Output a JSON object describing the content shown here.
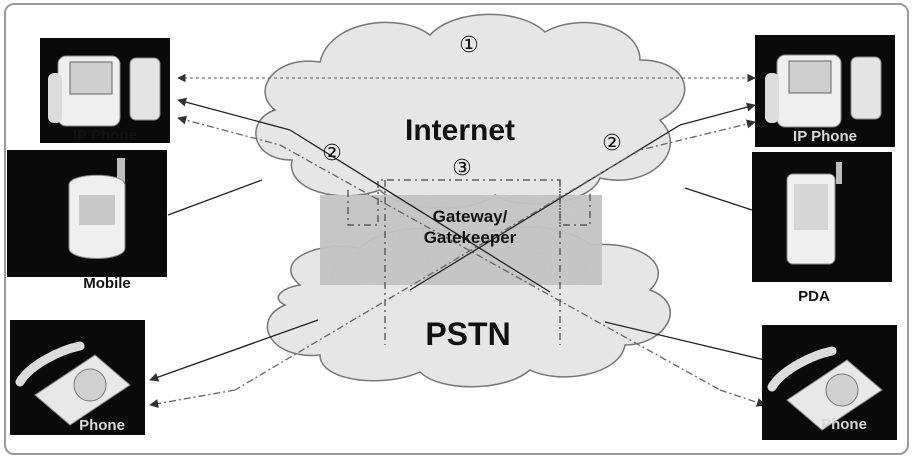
{
  "networks": {
    "internet": "Internet",
    "pstn": "PSTN",
    "gateway_line1": "Gateway/",
    "gateway_line2": "Gatekeeper"
  },
  "markers": {
    "m1": "①",
    "m2": "②",
    "m3": "③"
  },
  "devices": {
    "ip_phone_left": "IP Phone",
    "ip_phone_right": "IP Phone",
    "mobile": "Mobile",
    "pda": "PDA",
    "phone_left": "Phone",
    "phone_right": "Phone"
  },
  "colors": {
    "cloud_fill": "#e6e6e6",
    "gateway_fill": "#c4c4c4",
    "device_bg": "#0a0a0a"
  }
}
